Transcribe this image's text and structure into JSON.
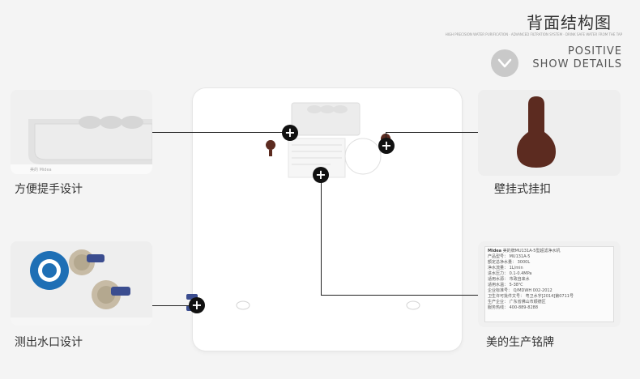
{
  "header": {
    "title": "背面结构图",
    "tagline": "HIGH PRECISION WATER PURIFICATION · ADVANCED FILTRATION SYSTEM · DRINK SAFE WATER FROM THE TAP",
    "positive": "POSITIVE",
    "show_details": "SHOW DETAILS"
  },
  "features": {
    "handle": "方便提手设计",
    "wall_mount": "壁挂式挂扣",
    "water_test": "测出水口设计",
    "nameplate": "美的生产铭牌"
  },
  "handle_panel": {
    "logo": "美的 Midea"
  },
  "nameplate": {
    "brand": "Midea",
    "header": "美的牌MU131A-5型超滤净水机",
    "rows": [
      "产品型号： MU131A-5",
      "额定总净水量： 3000L",
      "净水流量： 1L/min",
      "进水压力： 0.1-0.4MPa",
      "适用水源： 市政自来水",
      "适用水温： 5-38℃"
    ],
    "footer": [
      "企业标准号： Q/MDWH 002-2012",
      "卫生许可批件文号： 粤卫水字[2014]第0711号",
      "生产企业： 广东省佛山市顺德区",
      "服务热线： 400-889-8288"
    ]
  },
  "icons": {
    "plus": "+"
  }
}
